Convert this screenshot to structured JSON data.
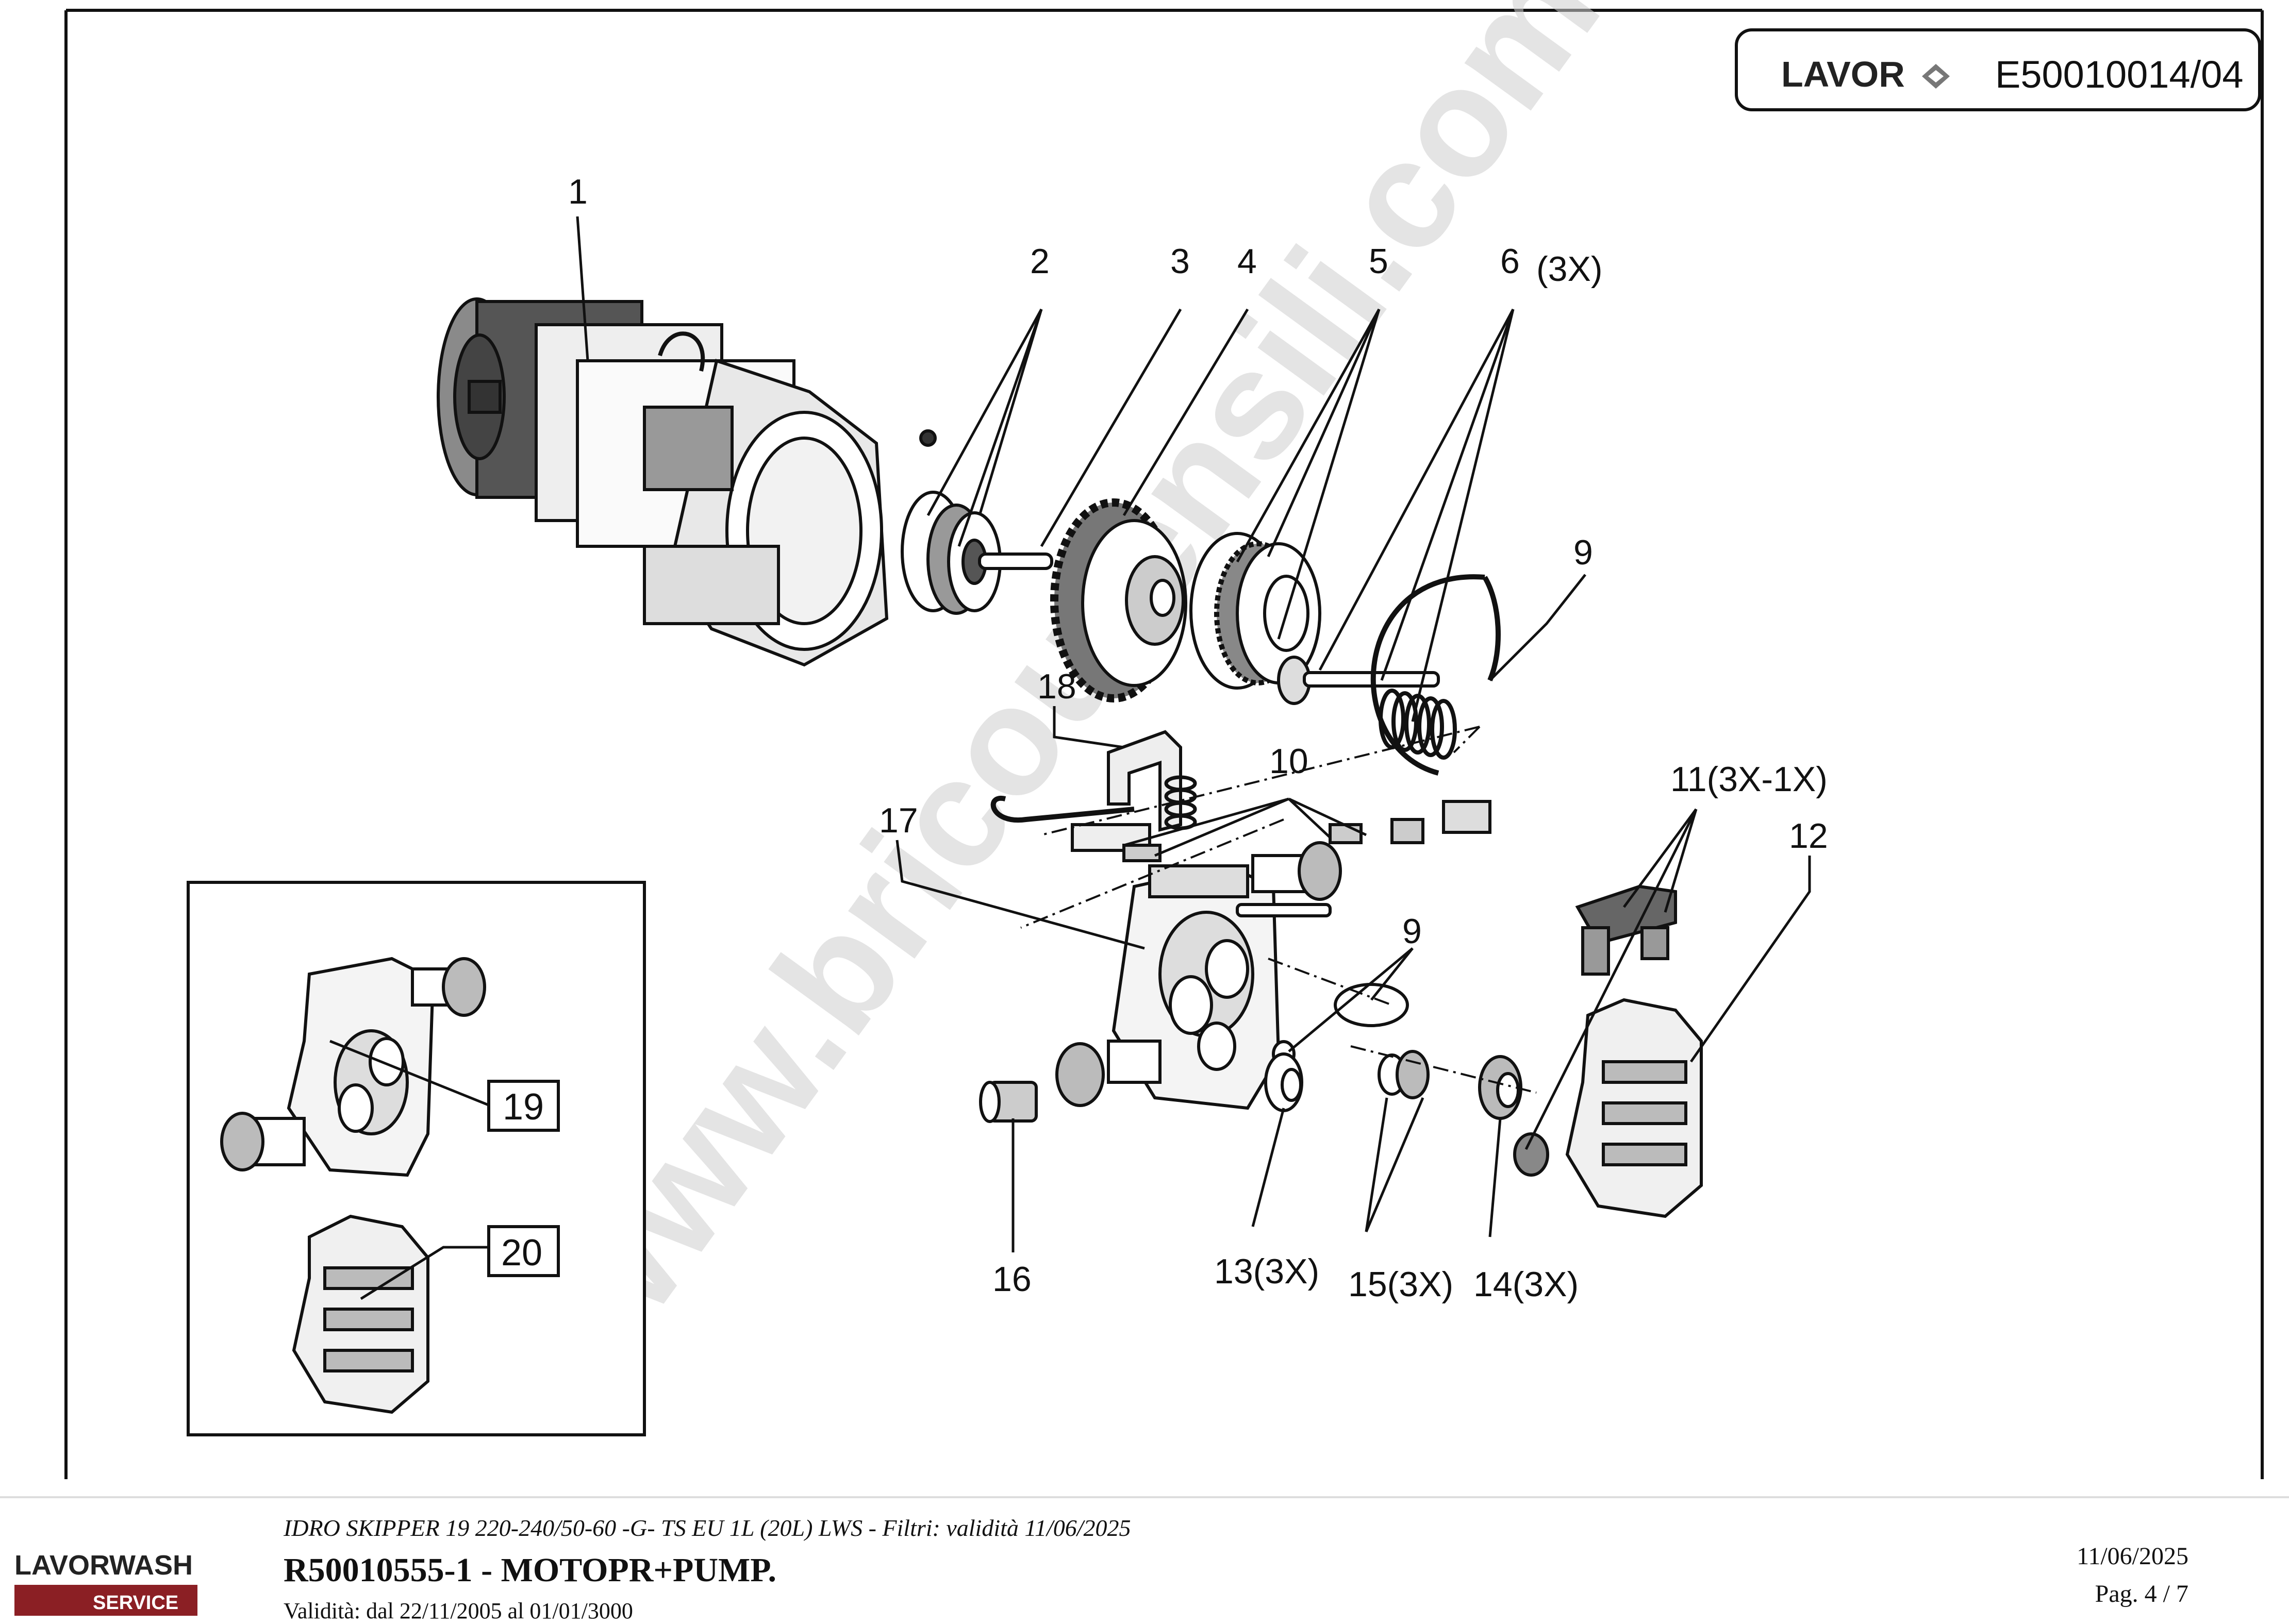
{
  "header": {
    "brand": "LAVOR",
    "code": "E50010014/04"
  },
  "watermark": "www.bricoutensili.com",
  "callouts": [
    {
      "id": "c1",
      "text": "1"
    },
    {
      "id": "c2",
      "text": "2"
    },
    {
      "id": "c3",
      "text": "3"
    },
    {
      "id": "c4",
      "text": "4"
    },
    {
      "id": "c5",
      "text": "5"
    },
    {
      "id": "c6",
      "text": "6"
    },
    {
      "id": "c6q",
      "text": "(3X)"
    },
    {
      "id": "c9a",
      "text": "9"
    },
    {
      "id": "c18",
      "text": "18"
    },
    {
      "id": "c10",
      "text": "10"
    },
    {
      "id": "c17",
      "text": "17"
    },
    {
      "id": "c11",
      "text": "11(3X-1X)"
    },
    {
      "id": "c12",
      "text": "12"
    },
    {
      "id": "c9b",
      "text": "9"
    },
    {
      "id": "c16",
      "text": "16"
    },
    {
      "id": "c13",
      "text": "13(3X)"
    },
    {
      "id": "c15",
      "text": "15(3X)"
    },
    {
      "id": "c14",
      "text": "14(3X)"
    }
  ],
  "inset": {
    "labels": [
      "19",
      "20"
    ]
  },
  "footer": {
    "logo_top": "LAVORWASH",
    "logo_bottom": "SERVICE",
    "model_line": "IDRO SKIPPER 19 220-240/50-60 -G- TS EU 1L (20L) LWS - Filtri: validità 11/06/2025",
    "part_title": "R50010555-1 - MOTOPR+PUMP.",
    "validity": "Validità: dal 22/11/2005 al 01/01/3000",
    "date": "11/06/2025",
    "page": "Pag. 4 / 7"
  }
}
